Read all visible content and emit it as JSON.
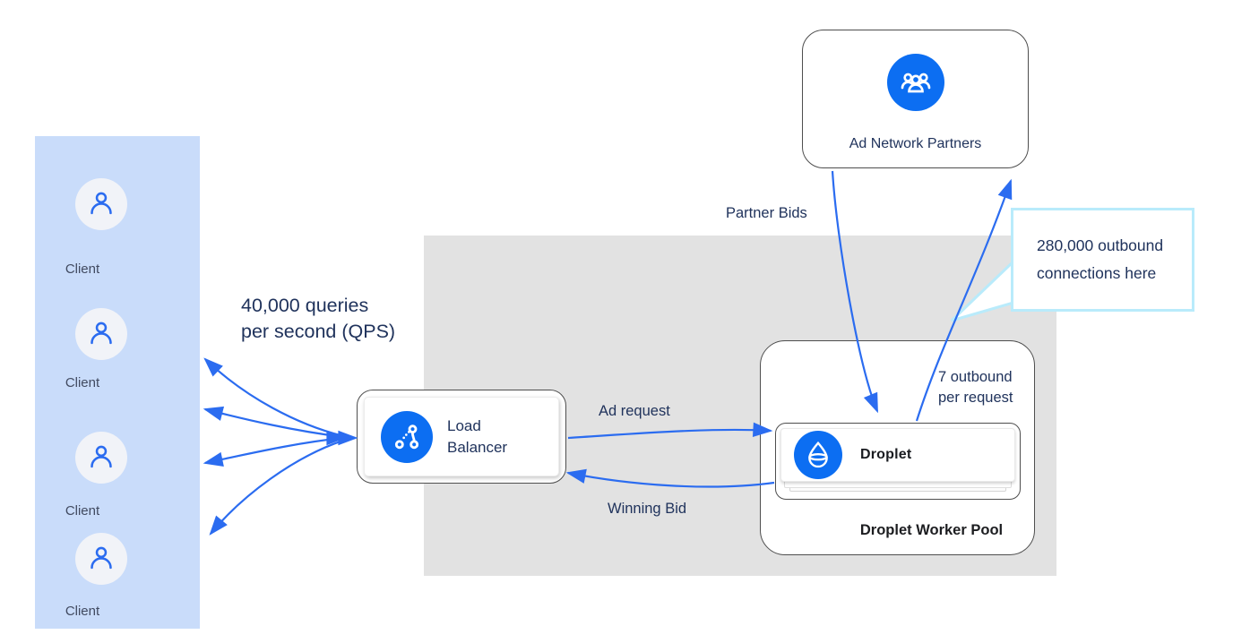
{
  "colors": {
    "accent_blue": "#0c6ef2",
    "arrow_blue": "#2b6cf0",
    "panel_blue": "#c9dcfa",
    "region_gray": "#e2e2e2",
    "navy_text": "#20335c",
    "callout_border": "#b9ebfb"
  },
  "clients_panel": {
    "items": [
      {
        "label": "Client"
      },
      {
        "label": "Client"
      },
      {
        "label": "Client"
      },
      {
        "label": "Client"
      }
    ]
  },
  "qps_note": {
    "line1": "40,000 queries",
    "line2": "per second (QPS)"
  },
  "load_balancer": {
    "line1": "Load",
    "line2": "Balancer"
  },
  "ad_network": {
    "label": "Ad Network Partners"
  },
  "worker_pool": {
    "title": "Droplet Worker Pool",
    "outbound_note": {
      "line1": "7 outbound",
      "line2": "per request"
    },
    "droplet": {
      "label": "Droplet"
    }
  },
  "callout": {
    "line1": "280,000 outbound",
    "line2": "connections here"
  },
  "edge_labels": {
    "partner_bids": "Partner Bids",
    "ad_request": "Ad request",
    "winning_bid": "Winning Bid"
  }
}
